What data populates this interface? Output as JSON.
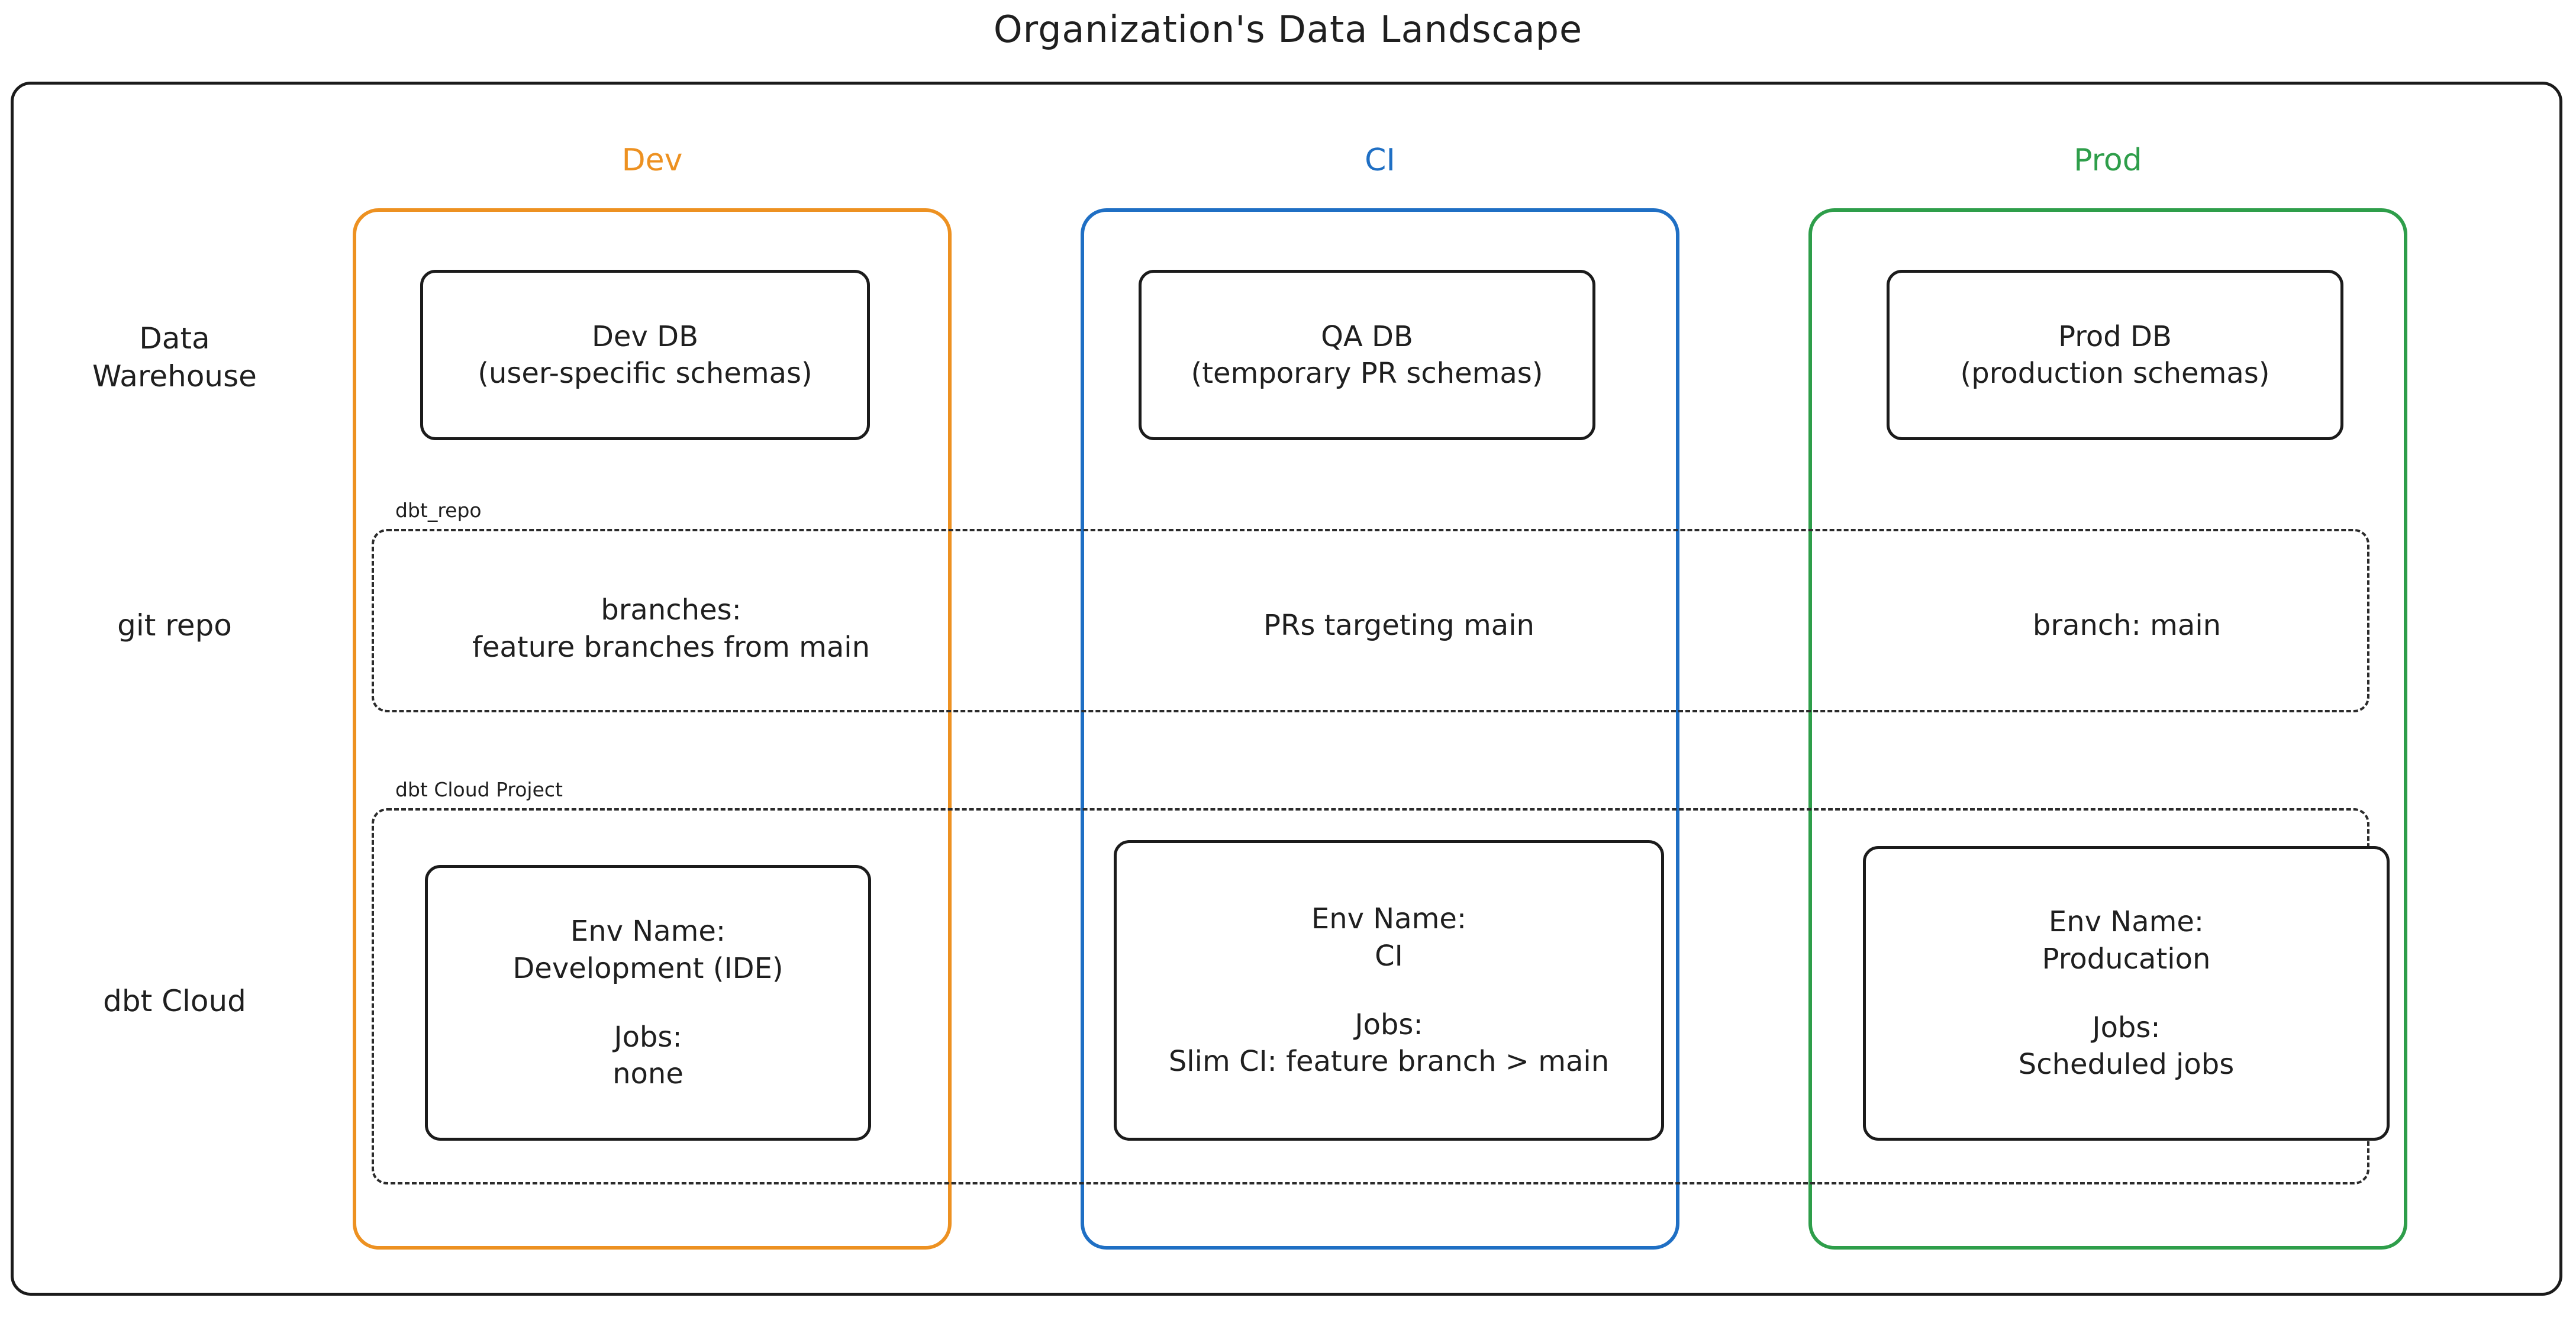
{
  "title": "Organization's Data Landscape",
  "columns": [
    {
      "key": "dev",
      "label": "Dev",
      "color": "#ED9121"
    },
    {
      "key": "ci",
      "label": "CI",
      "color": "#1F6FC4"
    },
    {
      "key": "prod",
      "label": "Prod",
      "color": "#2E9E4A"
    }
  ],
  "rows": [
    {
      "key": "warehouse",
      "label": "Data\nWarehouse"
    },
    {
      "key": "git",
      "label": "git repo"
    },
    {
      "key": "dbtcloud",
      "label": "dbt Cloud"
    }
  ],
  "groups": {
    "git_repo": {
      "label": "dbt_repo"
    },
    "dbt_project": {
      "label": "dbt Cloud Project"
    }
  },
  "warehouse": {
    "dev": {
      "name": "Dev DB",
      "detail": "(user-specific schemas)"
    },
    "ci": {
      "name": "QA DB",
      "detail": "(temporary PR schemas)"
    },
    "prod": {
      "name": "Prod DB",
      "detail": "(production schemas)"
    }
  },
  "git_repo": {
    "dev": "branches:\nfeature branches from main",
    "ci": "PRs targeting main",
    "prod": "branch: main"
  },
  "dbt_cloud": {
    "dev": {
      "env_label": "Env Name:",
      "env_value": "Development (IDE)",
      "jobs_label": "Jobs:",
      "jobs_value": "none"
    },
    "ci": {
      "env_label": "Env Name:",
      "env_value": "CI",
      "jobs_label": "Jobs:",
      "jobs_value": "Slim CI: feature branch > main"
    },
    "prod": {
      "env_label": "Env Name:",
      "env_value": "Producation",
      "jobs_label": "Jobs:",
      "jobs_value": "Scheduled jobs"
    }
  }
}
